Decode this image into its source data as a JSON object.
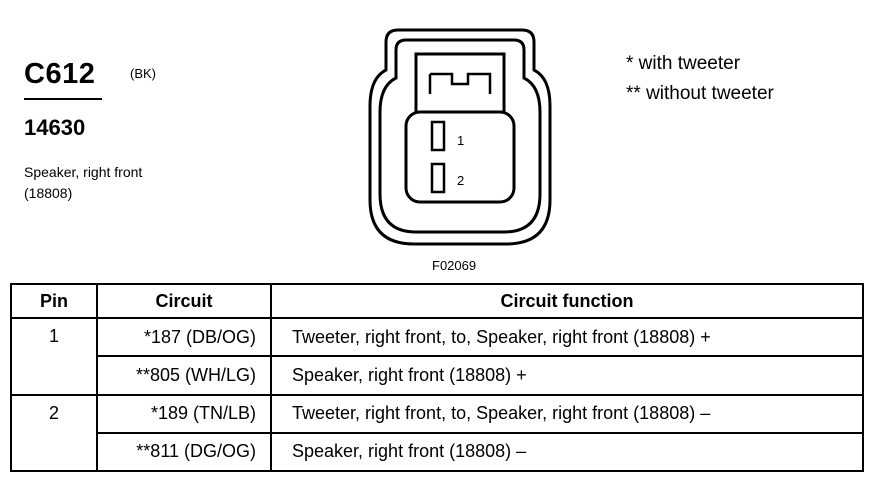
{
  "connector": {
    "id": "C612",
    "color_code": "(BK)",
    "part_number": "14630",
    "description_line1": "Speaker, right front",
    "description_line2": "(18808)"
  },
  "notes": [
    "* with tweeter",
    "** without tweeter"
  ],
  "figure": {
    "id": "F02069",
    "pin_labels": [
      "1",
      "2"
    ]
  },
  "table": {
    "headers": [
      "Pin",
      "Circuit",
      "Circuit function"
    ],
    "groups": [
      {
        "pin": "1",
        "rows": [
          {
            "circuit": "*187 (DB/OG)",
            "function": "Tweeter, right front, to, Speaker, right front (18808) +"
          },
          {
            "circuit": "**805 (WH/LG)",
            "function": "Speaker, right front (18808) +"
          }
        ]
      },
      {
        "pin": "2",
        "rows": [
          {
            "circuit": "*189 (TN/LB)",
            "function": "Tweeter, right front, to, Speaker, right front (18808) –"
          },
          {
            "circuit": "**811 (DG/OG)",
            "function": "Speaker, right front (18808) –"
          }
        ]
      }
    ]
  }
}
